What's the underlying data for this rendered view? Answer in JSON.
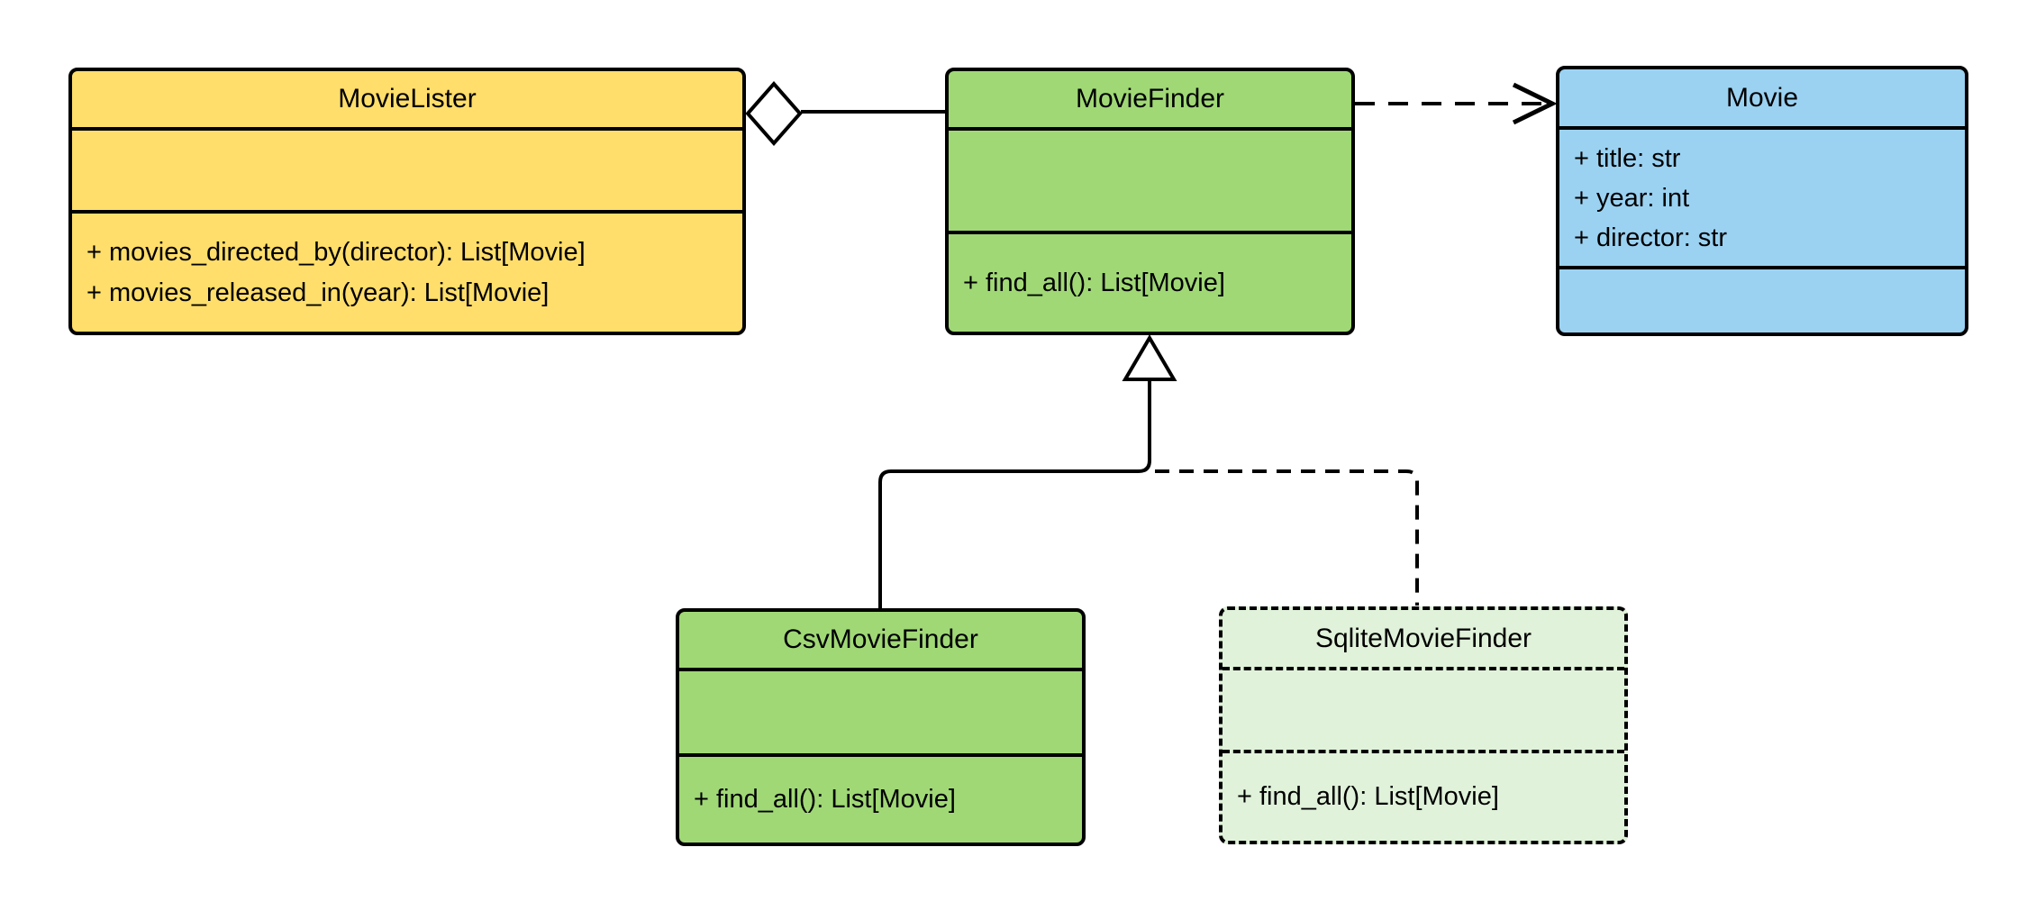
{
  "diagram": {
    "type": "uml-class-diagram",
    "background": "#FFFFFF",
    "stroke_color": "#000000",
    "classes": [
      {
        "name": "MovieLister",
        "attributes": [],
        "methods": [
          "+ movies_directed_by(director): List[Movie]",
          "+ movies_released_in(year): List[Movie]"
        ],
        "fill": "#FFDE6B",
        "border": "solid"
      },
      {
        "name": "MovieFinder",
        "attributes": [],
        "methods": [
          "+ find_all(): List[Movie]"
        ],
        "fill": "#A0D876",
        "border": "solid"
      },
      {
        "name": "Movie",
        "attributes": [
          "+ title: str",
          "+ year: int",
          "+ director: str"
        ],
        "methods": [],
        "fill": "#9BD2F2",
        "border": "solid"
      },
      {
        "name": "CsvMovieFinder",
        "attributes": [],
        "methods": [
          "+ find_all(): List[Movie]"
        ],
        "fill": "#A0D876",
        "border": "solid"
      },
      {
        "name": "SqliteMovieFinder",
        "attributes": [],
        "methods": [
          "+ find_all(): List[Movie]"
        ],
        "fill": "#E0F2DA",
        "border": "dashed"
      }
    ],
    "relationships": [
      {
        "type": "aggregation",
        "from": "MovieLister",
        "to": "MovieFinder",
        "line": "solid",
        "marker": "hollow-diamond"
      },
      {
        "type": "dependency",
        "from": "MovieFinder",
        "to": "Movie",
        "line": "dashed",
        "marker": "open-arrow"
      },
      {
        "type": "inheritance",
        "from": "CsvMovieFinder",
        "to": "MovieFinder",
        "line": "solid",
        "marker": "hollow-triangle"
      },
      {
        "type": "inheritance",
        "from": "SqliteMovieFinder",
        "to": "MovieFinder",
        "line": "dashed",
        "marker": "hollow-triangle"
      }
    ]
  }
}
